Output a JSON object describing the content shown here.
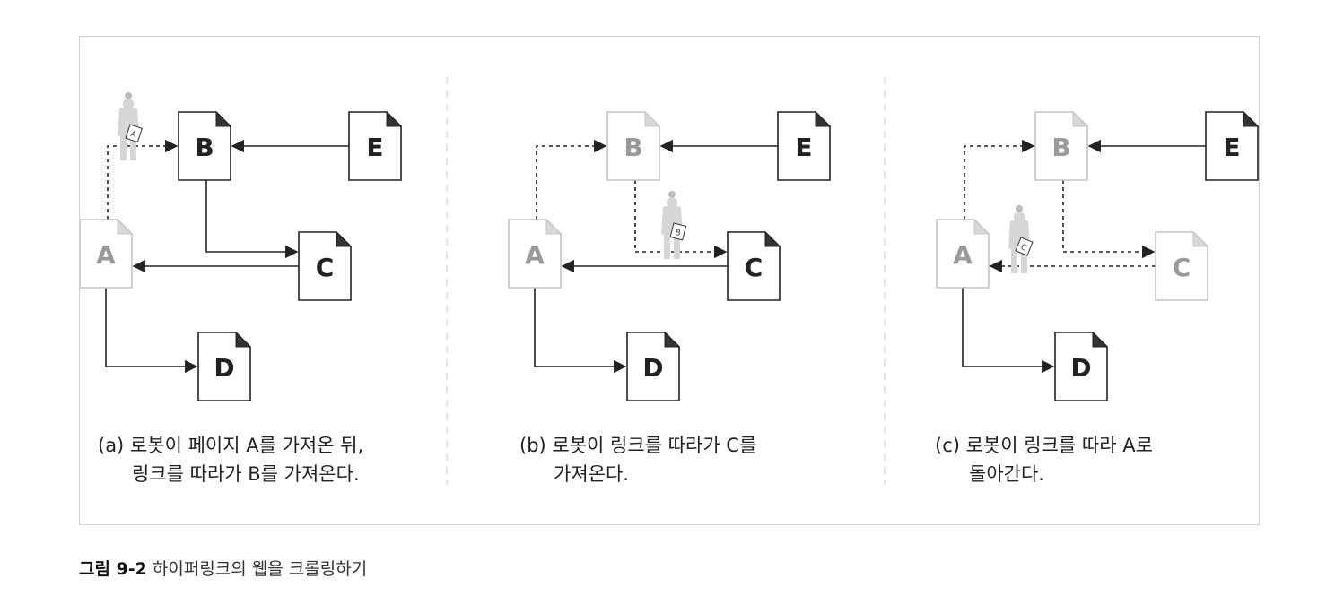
{
  "panels": [
    {
      "id": "a",
      "caption": {
        "label": "(a)",
        "line1": "로봇이 페이지 A를 가져온 뒤,",
        "line2": "링크를 따라가 B를 가져온다."
      },
      "robot_tag": "A",
      "docs": {
        "A": {
          "letter": "A",
          "state": "visited"
        },
        "B": {
          "letter": "B",
          "state": "active"
        },
        "C": {
          "letter": "C",
          "state": "active"
        },
        "D": {
          "letter": "D",
          "state": "active"
        },
        "E": {
          "letter": "E",
          "state": "active"
        }
      }
    },
    {
      "id": "b",
      "caption": {
        "label": "(b)",
        "line1": "로봇이 링크를 따라가 C를",
        "line2": "가져온다."
      },
      "robot_tag": "B",
      "docs": {
        "A": {
          "letter": "A",
          "state": "visited"
        },
        "B": {
          "letter": "B",
          "state": "visited"
        },
        "C": {
          "letter": "C",
          "state": "active"
        },
        "D": {
          "letter": "D",
          "state": "active"
        },
        "E": {
          "letter": "E",
          "state": "active"
        }
      }
    },
    {
      "id": "c",
      "caption": {
        "label": "(c)",
        "line1": "로봇이 링크를 따라 A로",
        "line2": "돌아간다."
      },
      "robot_tag": "C",
      "docs": {
        "A": {
          "letter": "A",
          "state": "visited"
        },
        "B": {
          "letter": "B",
          "state": "visited"
        },
        "C": {
          "letter": "C",
          "state": "visited"
        },
        "D": {
          "letter": "D",
          "state": "active"
        },
        "E": {
          "letter": "E",
          "state": "active"
        }
      }
    }
  ],
  "figure_caption": {
    "label": "그림 9-2",
    "text": "하이퍼링크의 웹을 크롤링하기"
  },
  "colors": {
    "active_stroke": "#222222",
    "visited_stroke": "#c4c4c4",
    "visited_text": "#9a9a9a",
    "robot": "#d6d6d6",
    "frame_border": "#d0d0d0"
  },
  "icons": [
    "document-icon",
    "robot-icon",
    "arrow-icon"
  ]
}
